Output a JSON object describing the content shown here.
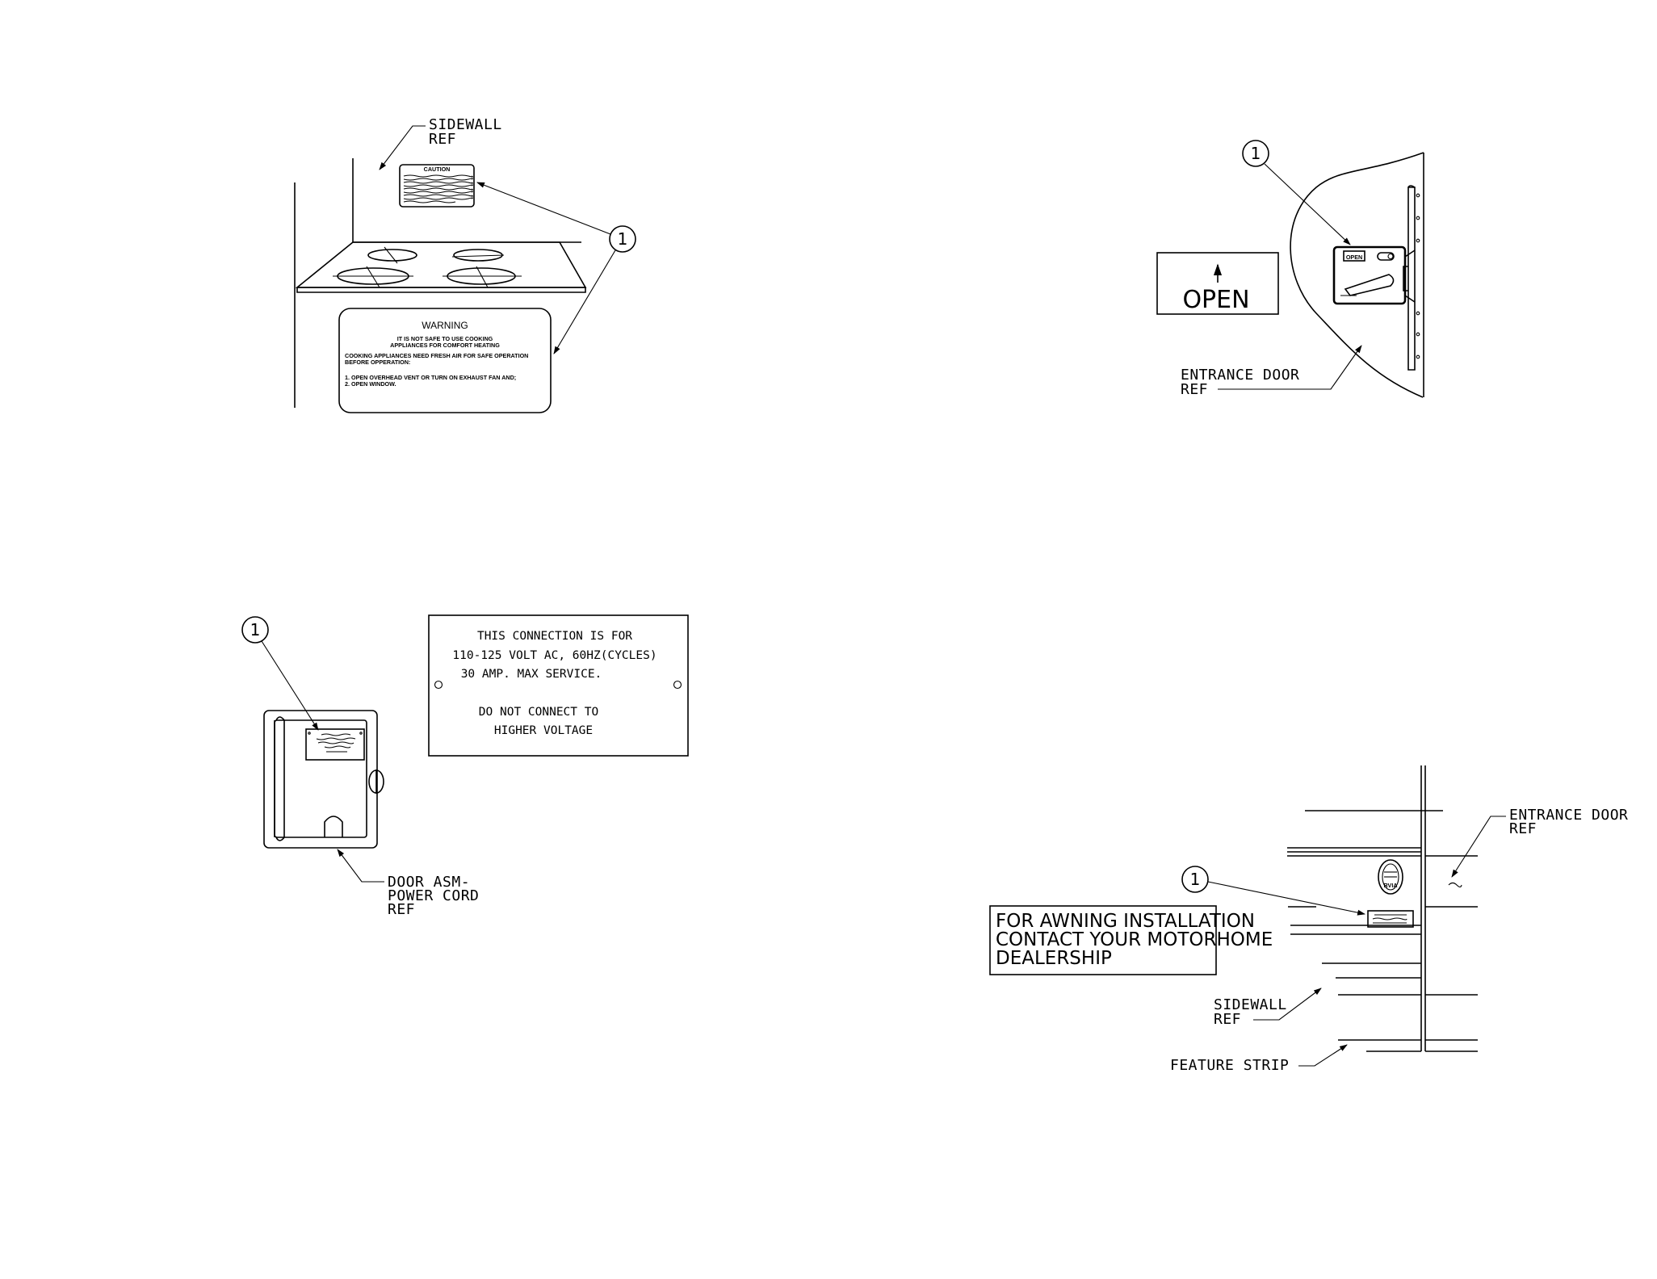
{
  "callouts": {
    "stove": "1",
    "door": "1",
    "power": "1",
    "awning": "1"
  },
  "stove_panel": {
    "sidewall_ref": [
      "SIDEWALL",
      "REF"
    ],
    "caution_title": "CAUTION",
    "warning_title": "WARNING",
    "warning_lines": [
      "IT IS NOT SAFE TO USE COOKING",
      "APPLIANCES FOR COMFORT HEATING",
      "COOKING APPLIANCES NEED FRESH AIR FOR SAFE OPERATION",
      "BEFORE OPPERATION:",
      "1. OPEN OVERHEAD VENT OR TURN ON EXHAUST FAN AND;",
      "2. OPEN WINDOW."
    ]
  },
  "door_panel": {
    "open_label": "OPEN",
    "mini_open": "OPEN",
    "entrance_door_ref": [
      "ENTRANCE DOOR",
      "REF"
    ]
  },
  "power_panel": {
    "plate_lines": [
      "THIS CONNECTION IS FOR",
      "110-125 VOLT AC, 60HZ(CYCLES)",
      "30 AMP. MAX SERVICE.",
      "DO NOT CONNECT TO",
      "HIGHER VOLTAGE"
    ],
    "door_ref": [
      "DOOR ASM-",
      "POWER CORD",
      "REF"
    ]
  },
  "awning_panel": {
    "notice_lines": [
      "FOR AWNING INSTALLATION",
      "CONTACT YOUR MOTORHOME",
      "DEALERSHIP"
    ],
    "entrance_door_ref": [
      "ENTRANCE DOOR",
      "REF"
    ],
    "sidewall_ref": [
      "SIDEWALL",
      "REF"
    ],
    "feature_strip": "FEATURE STRIP",
    "badge_text": "RVIA"
  }
}
